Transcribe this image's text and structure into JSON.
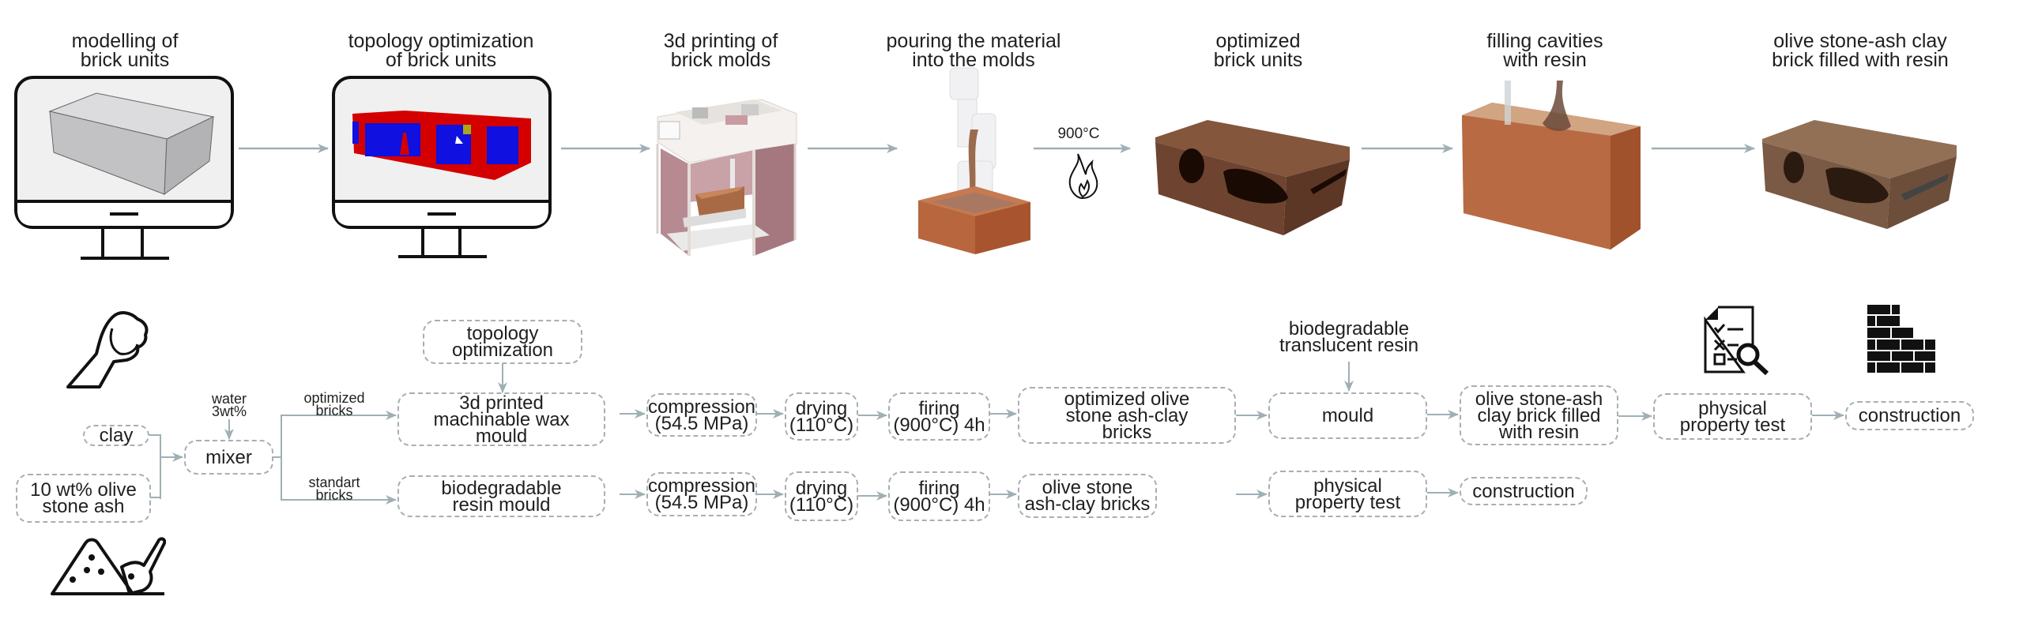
{
  "top_row": {
    "steps": [
      {
        "title": [
          "modelling of",
          "brick units"
        ],
        "icon": "monitor-plain-brick-icon"
      },
      {
        "title": [
          "topology optimization",
          "of brick units"
        ],
        "icon": "monitor-topology-brick-icon"
      },
      {
        "title": [
          "3d printing of",
          "brick molds"
        ],
        "icon": "3d-printer-icon"
      },
      {
        "title": [
          "pouring the material",
          "into the molds"
        ],
        "icon": "pouring-robot-mold-icon"
      },
      {
        "title": [
          "optimized",
          "brick units"
        ],
        "icon": "optimized-brick-icon"
      },
      {
        "title": [
          "filling cavities",
          "with resin"
        ],
        "icon": "resin-filling-brick-icon"
      },
      {
        "title": [
          "olive stone-ash clay",
          "brick filled with resin"
        ],
        "icon": "resin-filled-brick-icon"
      }
    ],
    "firing_label": "900°C"
  },
  "flow": {
    "inputs": {
      "clay": "clay",
      "ash": [
        "10 wt% olive",
        "stone ash"
      ]
    },
    "water": [
      "water",
      "3wt%"
    ],
    "mixer": "mixer",
    "branch_optimized": [
      "optimized",
      "bricks"
    ],
    "branch_standart": [
      "standart",
      "bricks"
    ],
    "topology": [
      "topology",
      "optimization"
    ],
    "resin_label": [
      "biodegradable",
      "translucent resin"
    ],
    "optimized_row": {
      "mould": [
        "3d printed",
        "machinable wax",
        "mould"
      ],
      "compression": [
        "compression",
        "(54.5 MPa)"
      ],
      "drying": [
        "drying",
        "(110°C)"
      ],
      "firing": [
        "firing",
        "(900°C) 4h"
      ],
      "bricks": [
        "optimized olive",
        "stone ash-clay",
        "bricks"
      ],
      "resin_mould": "mould",
      "filled": [
        "olive stone-ash",
        "clay brick filled",
        "with resin"
      ],
      "test": [
        "physical",
        "property test"
      ],
      "construction": "construction"
    },
    "standart_row": {
      "mould": [
        "biodegradable",
        "resin mould"
      ],
      "compression": [
        "compression",
        "(54.5 MPa)"
      ],
      "drying": [
        "drying",
        "(110°C)"
      ],
      "firing": [
        "firing",
        "(900°C) 4h"
      ],
      "bricks": [
        "olive stone",
        "ash-clay bricks"
      ],
      "test": [
        "physical",
        "property test"
      ],
      "construction": "construction"
    }
  },
  "colors": {
    "arrow": "#9fb0b5",
    "dash": "#a7afb1",
    "text": "#1f1f1f",
    "brick": "#8a5a3e",
    "clay_orange": "#b8663d",
    "topo_red": "#d40000",
    "topo_blue": "#1010e0"
  }
}
